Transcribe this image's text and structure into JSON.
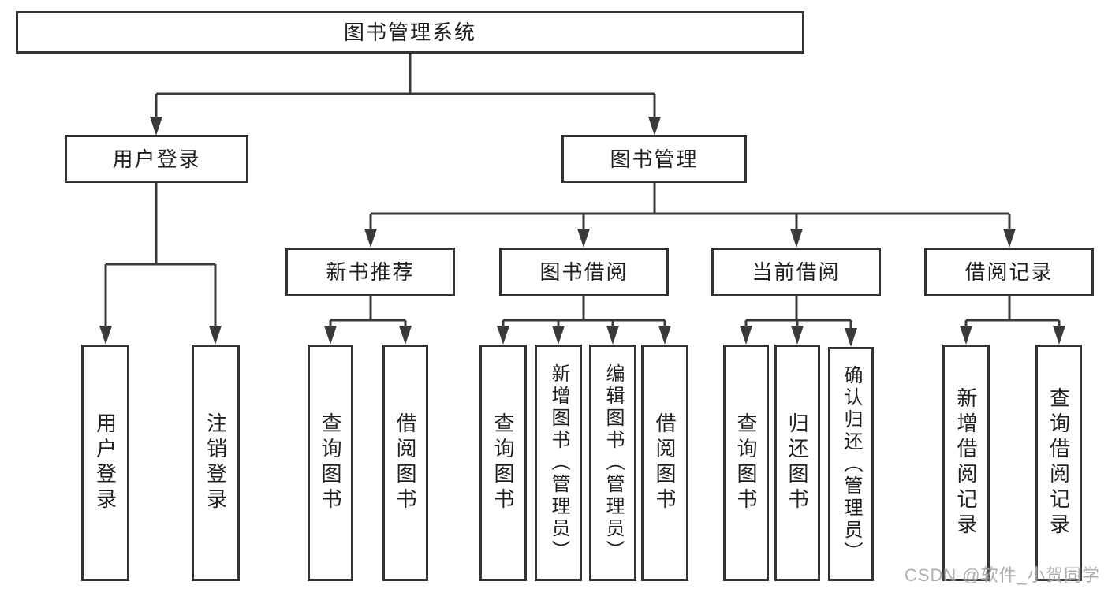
{
  "colors": {
    "box_border": "#333333",
    "line": "#3a3a3a",
    "text": "#1f1f1f",
    "watermark": "#a6a6a6",
    "background": "#ffffff"
  },
  "watermark": {
    "text": "CSDN @软件_小贺同学"
  },
  "tree": {
    "label": "图书管理系统",
    "children": [
      {
        "label": "用户登录",
        "children": [
          {
            "label": "用户登录"
          },
          {
            "label": "注销登录"
          }
        ]
      },
      {
        "label": "图书管理",
        "children": [
          {
            "label": "新书推荐",
            "children": [
              {
                "label": "查询图书"
              },
              {
                "label": "借阅图书"
              }
            ]
          },
          {
            "label": "图书借阅",
            "children": [
              {
                "label": "查询图书"
              },
              {
                "label": "新增图书（管理员）"
              },
              {
                "label": "编辑图书（管理员）"
              },
              {
                "label": "借阅图书"
              }
            ]
          },
          {
            "label": "当前借阅",
            "children": [
              {
                "label": "查询图书"
              },
              {
                "label": "归还图书"
              },
              {
                "label": "确认归还（管理员）"
              }
            ]
          },
          {
            "label": "借阅记录",
            "children": [
              {
                "label": "新增借阅记录"
              },
              {
                "label": "查询借阅记录"
              }
            ]
          }
        ]
      }
    ]
  }
}
